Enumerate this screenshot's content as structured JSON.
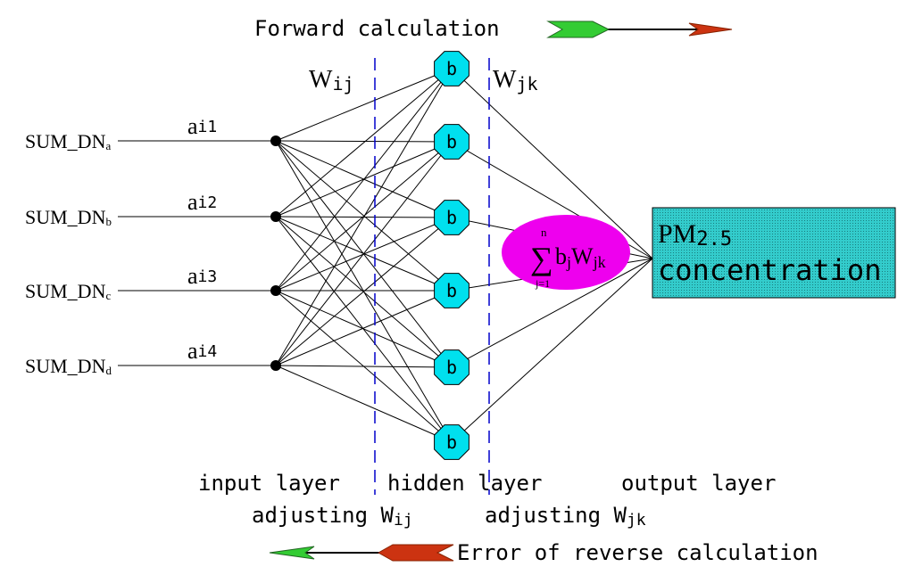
{
  "top_label": "Forward calculation",
  "bottom_label": "Error of reverse calculation",
  "weights": {
    "ij": {
      "base": "W",
      "sub": "ij"
    },
    "jk": {
      "base": "W",
      "sub": "jk"
    }
  },
  "inputs": [
    {
      "label": "SUM_DN",
      "sub": "a",
      "weight_base": "a",
      "weight_sub": "i1"
    },
    {
      "label": "SUM_DN",
      "sub": "b",
      "weight_base": "a",
      "weight_sub": "i2"
    },
    {
      "label": "SUM_DN",
      "sub": "c",
      "weight_base": "a",
      "weight_sub": "i3"
    },
    {
      "label": "SUM_DN",
      "sub": "d",
      "weight_base": "a",
      "weight_sub": "i4"
    }
  ],
  "hidden_node_label": "b",
  "hidden_count": 6,
  "sum_formula": {
    "sigma": "∑",
    "upper": "n",
    "lower": "j=1",
    "term": "b",
    "term_sub": "j",
    "w": "W",
    "w_sub": "jk"
  },
  "output": {
    "line1_base": "PM",
    "line1_sub": "2.5",
    "line2": "concentration"
  },
  "layers": {
    "input": "input layer",
    "hidden": "hidden layer",
    "output": "output layer"
  },
  "adjusting": {
    "ij": {
      "text": "adjusting W",
      "sub": "ij"
    },
    "jk": {
      "text": "adjusting W",
      "sub": "jk"
    }
  },
  "colors": {
    "node": "#00e0ee",
    "ellipse": "#ee00ee",
    "output_box": "#33cccc",
    "dash": "#0000cc",
    "arrow_green": "#33cc33",
    "arrow_red": "#cc3311"
  }
}
